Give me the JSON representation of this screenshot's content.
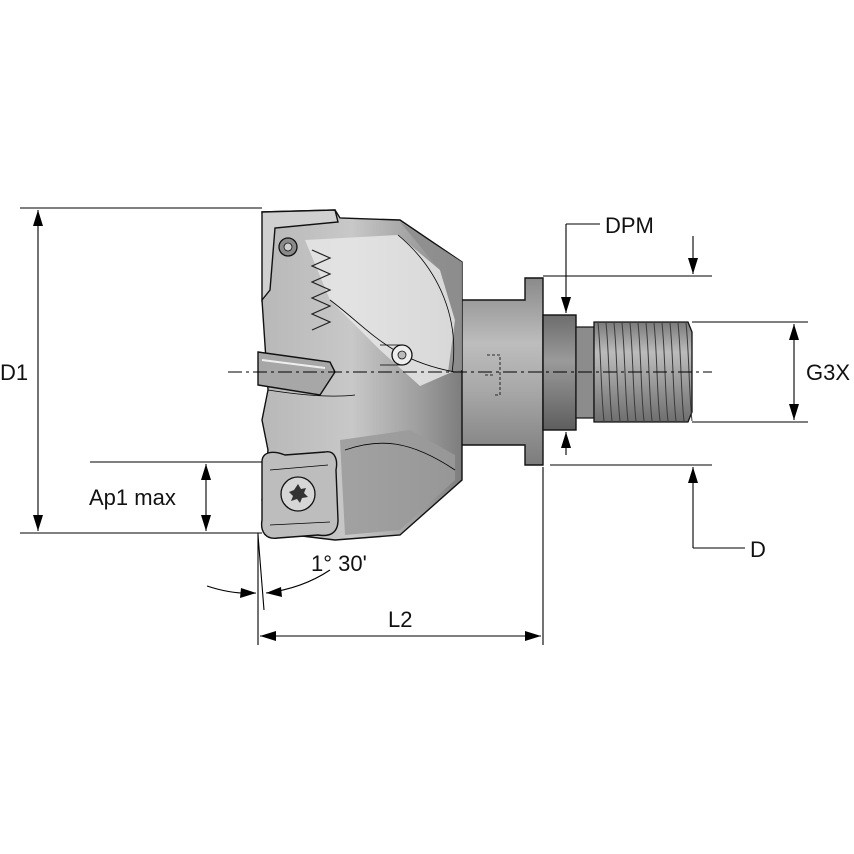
{
  "labels": {
    "d1": "D1",
    "dpm": "DPM",
    "g3x": "G3X",
    "ap1_max": "Ap1 max",
    "angle": "1° 30'",
    "l2": "L2",
    "d": "D"
  },
  "colors": {
    "body_dark": "#8d8d8d",
    "body_mid": "#a9a9a9",
    "body_light": "#c9c9c9",
    "highlight": "#e3e3e3",
    "insert": "#b5b5b5",
    "line": "#000000"
  }
}
